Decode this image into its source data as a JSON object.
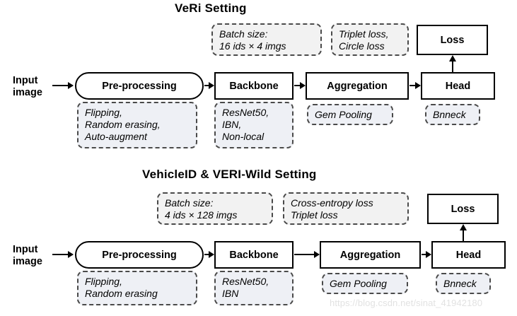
{
  "figure": {
    "watermark": "https://blog.csdn.net/sinat_41942180"
  },
  "sections": [
    {
      "title": "VeRi Setting",
      "input_label": "Input\nimage",
      "stages": [
        {
          "label": "Pre-processing"
        },
        {
          "label": "Backbone"
        },
        {
          "label": "Aggregation"
        },
        {
          "label": "Head"
        },
        {
          "label": "Loss"
        }
      ],
      "notes": {
        "batch_size": "Batch size:\n16 ids  × 4 imgs",
        "loss_types": "Triplet loss,\nCircle loss",
        "preprocessing": "Flipping,\nRandom erasing,\nAuto-augment",
        "backbone": "ResNet50,\nIBN,\nNon-local",
        "aggregation": "Gem Pooling",
        "head": "Bnneck"
      }
    },
    {
      "title": "VehicleID & VERI-Wild Setting",
      "input_label": "Input\nimage",
      "stages": [
        {
          "label": "Pre-processing"
        },
        {
          "label": "Backbone"
        },
        {
          "label": "Aggregation"
        },
        {
          "label": "Head"
        },
        {
          "label": "Loss"
        }
      ],
      "notes": {
        "batch_size": "Batch size:\n4 ids × 128 imgs",
        "loss_types": "Cross-entropy loss\nTriplet loss",
        "preprocessing": "Flipping,\nRandom erasing",
        "backbone": "ResNet50,\nIBN",
        "aggregation": "Gem Pooling",
        "head": "Bnneck"
      }
    }
  ]
}
